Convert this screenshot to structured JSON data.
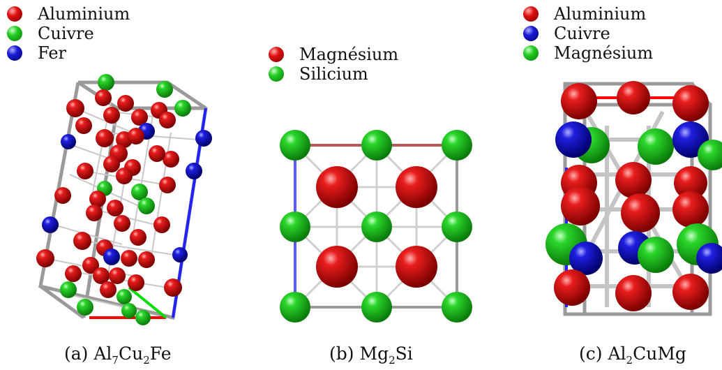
{
  "colors": {
    "aluminium_red": "#d10000",
    "cuivre_green": "#1fc41f",
    "fer_blue": "#1a1ad8",
    "magnesium_red": "#d10000",
    "silicium_green": "#1fc41f",
    "bond_gray": "#bdbdbd",
    "cell_gray": "#9a9a9a",
    "axis_red": "#ff0000",
    "axis_green": "#00dd00",
    "axis_blue": "#2222ff"
  },
  "panels": [
    {
      "id": "a",
      "legend": [
        {
          "label": "Aluminium",
          "color_key": "aluminium_red"
        },
        {
          "label": "Cuivre",
          "color_key": "cuivre_green"
        },
        {
          "label": "Fer",
          "color_key": "fer_blue"
        }
      ],
      "caption_prefix": "(a) ",
      "formula": [
        {
          "el": "Al",
          "n": "7"
        },
        {
          "el": "Cu",
          "n": "2"
        },
        {
          "el": "Fe",
          "n": ""
        }
      ]
    },
    {
      "id": "b",
      "legend": [
        {
          "label": "Magnésium",
          "color_key": "magnesium_red"
        },
        {
          "label": "Silicium",
          "color_key": "silicium_green"
        }
      ],
      "caption_prefix": "(b) ",
      "formula": [
        {
          "el": "Mg",
          "n": "2"
        },
        {
          "el": "Si",
          "n": ""
        }
      ]
    },
    {
      "id": "c",
      "legend": [
        {
          "label": "Aluminium",
          "color_key": "aluminium_red"
        },
        {
          "label": "Cuivre",
          "color_key": "fer_blue"
        },
        {
          "label": "Magnésium",
          "color_key": "cuivre_green"
        }
      ],
      "caption_prefix": "(c) ",
      "formula": [
        {
          "el": "Al",
          "n": "2"
        },
        {
          "el": "Cu",
          "n": ""
        },
        {
          "el": "Mg",
          "n": ""
        }
      ]
    }
  ]
}
